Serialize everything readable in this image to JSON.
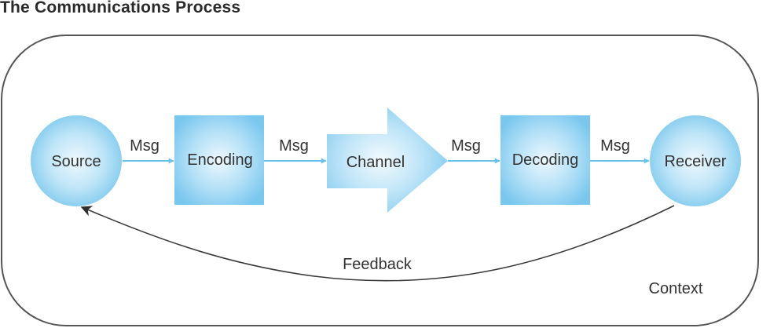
{
  "title": "The Communications Process",
  "colors": {
    "node_fill_center": "#eaf6fd",
    "node_fill_edge": "#7cc8ef",
    "flow_arrow": "#6cc0ec",
    "feedback_arrow": "#3a3a3a",
    "context_border": "#555555",
    "text": "#333333"
  },
  "nodes": [
    {
      "id": "source",
      "label": "Source",
      "shape": "circle"
    },
    {
      "id": "encoding",
      "label": "Encoding",
      "shape": "square"
    },
    {
      "id": "channel",
      "label": "Channel",
      "shape": "block-arrow"
    },
    {
      "id": "decoding",
      "label": "Decoding",
      "shape": "square"
    },
    {
      "id": "receiver",
      "label": "Receiver",
      "shape": "circle"
    }
  ],
  "edges": [
    {
      "from": "source",
      "to": "encoding",
      "label": "Msg"
    },
    {
      "from": "encoding",
      "to": "channel",
      "label": "Msg"
    },
    {
      "from": "channel",
      "to": "decoding",
      "label": "Msg"
    },
    {
      "from": "decoding",
      "to": "receiver",
      "label": "Msg"
    }
  ],
  "feedback": {
    "from": "receiver",
    "to": "source",
    "label": "Feedback"
  },
  "context": {
    "label": "Context"
  }
}
